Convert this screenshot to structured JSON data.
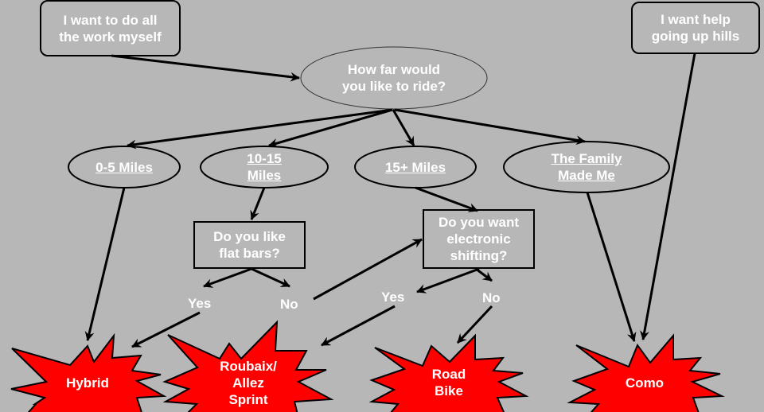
{
  "diagram": {
    "title": "Bike selection flowchart",
    "colors": {
      "background": "#b7b7b7",
      "outcome_fill": "#ff0000",
      "stroke": "#000000",
      "text": "#ffffff"
    },
    "start_nodes": {
      "work_myself": {
        "line1": "I want to do all",
        "line2": "the work myself"
      },
      "help_hills": {
        "line1": "I want help",
        "line2": "going up hills"
      }
    },
    "question_distance": {
      "line1": "How far would",
      "line2": "you like to ride?"
    },
    "distance_options": {
      "d0_5": {
        "line1": "0-5 Miles"
      },
      "d10_15": {
        "line1": "10-15",
        "line2": "Miles"
      },
      "d15_plus": {
        "line1": "15+ Miles"
      },
      "family": {
        "line1": "The Family",
        "line2": "Made Me"
      }
    },
    "question_flat_bars": {
      "line1": "Do you like",
      "line2": "flat bars?"
    },
    "question_electronic": {
      "line1": "Do you want",
      "line2": "electronic",
      "line3": "shifting?"
    },
    "answers": {
      "flat_yes": "Yes",
      "flat_no": "No",
      "elec_yes": "Yes",
      "elec_no": "No"
    },
    "outcomes": {
      "hybrid": {
        "line1": "Hybrid"
      },
      "roubaix": {
        "line1": "Roubaix/",
        "line2": "Allez",
        "line3": "Sprint"
      },
      "road": {
        "line1": "Road",
        "line2": "Bike"
      },
      "como": {
        "line1": "Como"
      }
    }
  }
}
